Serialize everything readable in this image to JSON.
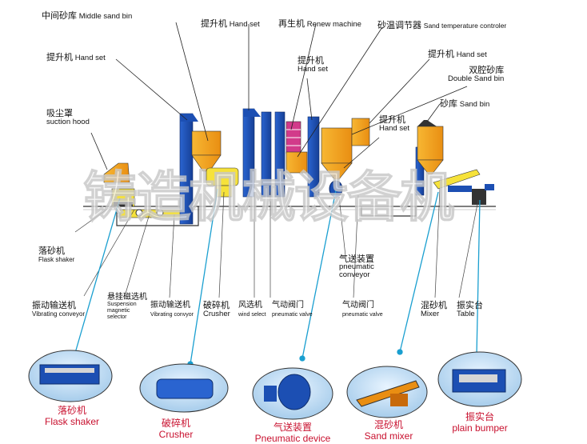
{
  "top_labels": [
    {
      "id": "middle-sand-bin",
      "cn": "中间砂库",
      "en": "Middle sand bin"
    },
    {
      "id": "hand-set-1",
      "cn": "提升机",
      "en": "Hand set"
    },
    {
      "id": "renew-machine",
      "cn": "再生机",
      "en": "Renew machine"
    },
    {
      "id": "sand-temp-controller",
      "cn": "砂温调节器",
      "en": "Sand temperature controler"
    },
    {
      "id": "hand-set-left",
      "cn": "提升机",
      "en": "Hand set"
    },
    {
      "id": "hand-set-2",
      "cn": "提升机",
      "en": "Hand set"
    },
    {
      "id": "hand-set-right",
      "cn": "提升机",
      "en": "Hand set"
    },
    {
      "id": "double-sand-bin",
      "cn": "双腔砂库",
      "en": "Double Sand bin"
    },
    {
      "id": "hand-set-3",
      "cn": "提升机",
      "en": "Hand set"
    },
    {
      "id": "sand-bin",
      "cn": "砂库",
      "en": "Sand bin"
    },
    {
      "id": "suction-hood",
      "cn": "吸尘罩",
      "en": "suction hood"
    }
  ],
  "bottom_labels": [
    {
      "id": "flask-shaker",
      "cn": "落砂机",
      "en": "Flask shaker"
    },
    {
      "id": "pneumatic-conveyor",
      "cn": "气送装置",
      "en": "pneumatic conveyor"
    },
    {
      "id": "vibrating-conveyor",
      "cn": "振动输送机",
      "en": "Vibrating conveyor"
    },
    {
      "id": "suspension-selector",
      "cn": "悬挂磁选机",
      "en": "Suspension magnetic selector"
    },
    {
      "id": "vibrating-conveyor-2",
      "cn": "振动输送机",
      "en": "Vibrating convyor"
    },
    {
      "id": "crusher",
      "cn": "破碎机",
      "en": "Crusher"
    },
    {
      "id": "wind-select",
      "cn": "风选机",
      "en": "wind select"
    },
    {
      "id": "pneumatic-valve",
      "cn": "气动阀门",
      "en": "pneumatic valve"
    },
    {
      "id": "pneumatic-valve-2",
      "cn": "气动阀门",
      "en": "pneumatic valve"
    },
    {
      "id": "mixer",
      "cn": "混砂机",
      "en": "Mixer"
    },
    {
      "id": "table",
      "cn": "振实台",
      "en": "Table"
    }
  ],
  "watermark": "铸造机械设备机",
  "thumbnails": [
    {
      "id": "thumb-flask-shaker",
      "cn": "落砂机",
      "en": "Flask shaker"
    },
    {
      "id": "thumb-crusher",
      "cn": "破碎机",
      "en": "Crusher"
    },
    {
      "id": "thumb-pneumatic",
      "cn": "气送装置",
      "en": "Pneumatic device"
    },
    {
      "id": "thumb-sand-mixer",
      "cn": "混砂机",
      "en": "Sand mixer"
    },
    {
      "id": "thumb-plain-bumper",
      "cn": "振实台",
      "en": "plain bumper"
    }
  ],
  "colors": {
    "blue": "#1c4fb3",
    "orange": "#f5a81c",
    "yellow": "#f6e23a",
    "red": "#c8102e",
    "line": "#222222",
    "leader": "#1a9fd0"
  }
}
